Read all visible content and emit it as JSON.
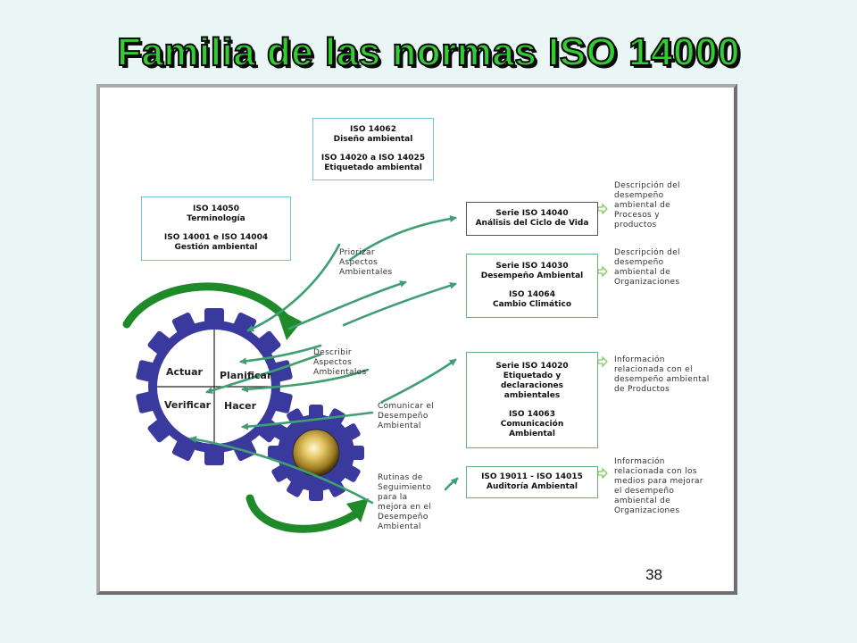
{
  "slide": {
    "title": "Familia de las normas ISO 14000",
    "page_number": "38"
  },
  "boxes": {
    "b14062": {
      "lines": [
        "ISO 14062",
        "Diseño ambiental",
        "",
        "ISO 14020 a ISO 14025",
        "Etiquetado ambiental"
      ]
    },
    "b14050": {
      "lines": [
        "ISO 14050",
        "Terminología",
        "",
        "ISO 14001 e ISO 14004",
        "Gestión ambiental"
      ]
    },
    "b14040": {
      "lines": [
        "Serie ISO 14040",
        "Análisis del Ciclo de Vida"
      ]
    },
    "b14030": {
      "lines": [
        "Serie ISO 14030",
        "Desempeño Ambiental",
        "",
        "ISO 14064",
        "Cambio Climático"
      ]
    },
    "b14020": {
      "lines": [
        "Serie ISO 14020",
        "Etiquetado y",
        "declaraciones",
        "ambientales",
        "",
        "ISO 14063",
        "Comunicación",
        "Ambiental"
      ]
    },
    "b19011": {
      "lines": [
        "ISO 19011 - ISO 14015",
        "Auditoría Ambiental"
      ]
    }
  },
  "descriptions": {
    "d1": [
      "Descripción del",
      "desempeño",
      "ambiental de",
      "Procesos y",
      "productos"
    ],
    "d2": [
      "Descripción del",
      "desempeño",
      "ambiental de",
      "Organizaciones"
    ],
    "d3": [
      "Información",
      "relacionada con el",
      "desempeño ambiental",
      "de Productos"
    ],
    "d4": [
      "Información",
      "relacionada con los",
      "medios para  mejorar",
      "el desempeño",
      "ambiental de",
      "Organizaciones"
    ]
  },
  "labels": {
    "priorizar": [
      "Priorizar",
      "Aspectos",
      "Ambientales"
    ],
    "describir": [
      "Describir",
      "Aspectos",
      "Ambientales"
    ],
    "comunicar": [
      "Comunicar el",
      "Desempeño",
      "Ambiental"
    ],
    "rutinas": [
      "Rutinas de",
      "Seguimiento",
      "para  la",
      "mejora en el",
      "Desempeño",
      "Ambiental"
    ]
  },
  "gear": {
    "actuar": "Actuar",
    "planificar": "Planificar",
    "verificar": "Verificar",
    "hacer": "Hacer"
  },
  "colors": {
    "title_green": "#33cc33",
    "gear_blue": "#3a3a9e",
    "arrow_green": "#3f9f73",
    "cycle_green": "#1f8a2a"
  }
}
